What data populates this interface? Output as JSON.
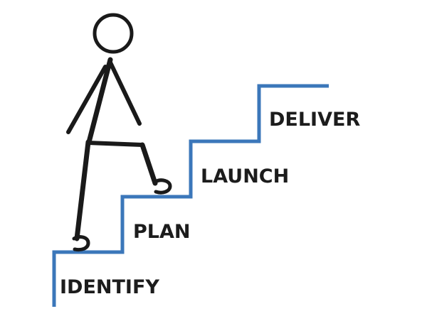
{
  "steps": [
    {
      "label": "IDENTIFY"
    },
    {
      "label": "PLAN"
    },
    {
      "label": "LAUNCH"
    },
    {
      "label": "DELIVER"
    }
  ],
  "colors": {
    "stair_line": "#3b77ba",
    "figure": "#1a1a1a",
    "text": "#1c1c1c",
    "background": "#ffffff"
  }
}
